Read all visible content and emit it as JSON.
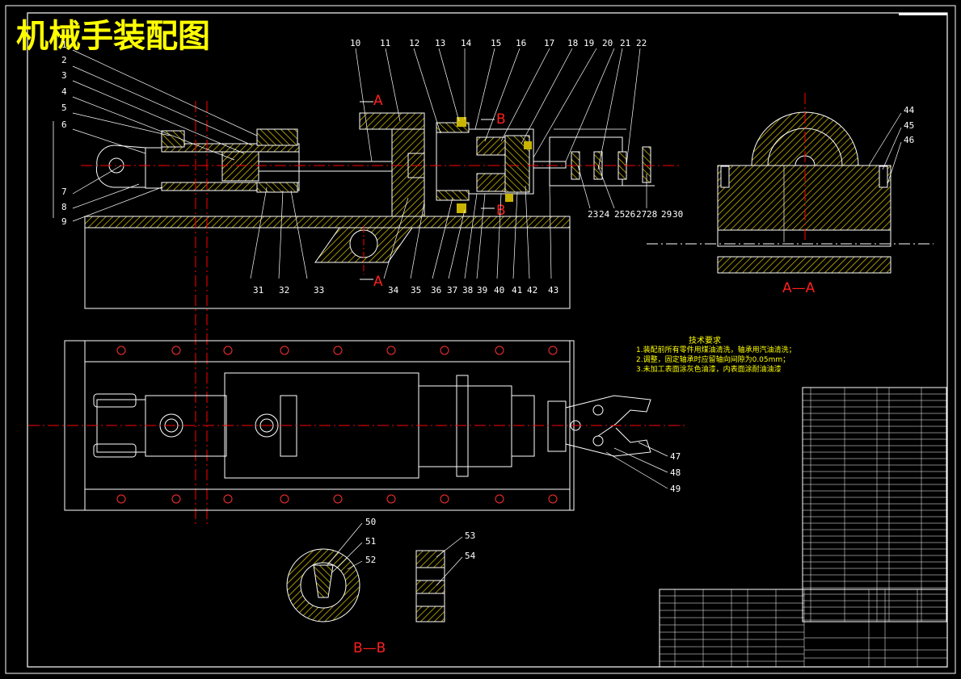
{
  "title": "机械手装配图",
  "section_labels": {
    "a_marker": "A",
    "b_marker": "B",
    "section_aa": "A—A",
    "section_bb": "B—B"
  },
  "top_numbers": [
    "10",
    "11",
    "12",
    "13",
    "14",
    "15",
    "16",
    "17",
    "18",
    "19",
    "20",
    "21",
    "22"
  ],
  "left_numbers": [
    "1",
    "2",
    "3",
    "4",
    "5",
    "6",
    "7",
    "8",
    "9"
  ],
  "bottom_numbers": [
    "31",
    "32",
    "33",
    "34",
    "35",
    "36",
    "37",
    "38",
    "39",
    "40",
    "41",
    "42",
    "43"
  ],
  "right_numbers": [
    "23",
    "24",
    "25",
    "26",
    "27",
    "28",
    "29",
    "30"
  ],
  "section_aa_numbers": [
    "44",
    "45",
    "46"
  ],
  "plan_numbers": [
    "47",
    "48",
    "49"
  ],
  "section_bb_numbers": [
    "50",
    "51",
    "52"
  ],
  "part_numbers": [
    "53",
    "54"
  ],
  "tech_requirements": {
    "title": "技术要求",
    "items": [
      "1.装配前所有零件用煤油清洗，轴承用汽油清洗；",
      "2.调整，固定轴承时应留轴向间隙为0.05mm；",
      "3.未加工表面涂灰色油漆，内表面涂耐油油漆"
    ]
  },
  "colors": {
    "background": "#000000",
    "outline": "#ffffff",
    "hatch": "#c8b400",
    "centerline": "#ff0000",
    "title": "#ffff00",
    "leader": "#ffffff"
  }
}
